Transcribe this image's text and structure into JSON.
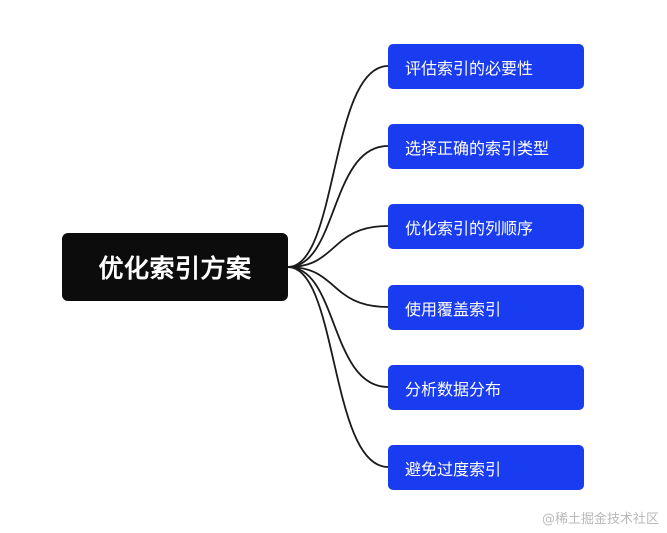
{
  "mindmap": {
    "root": "优化索引方案",
    "children": [
      "评估索引的必要性",
      "选择正确的索引类型",
      "优化索引的列顺序",
      "使用覆盖索引",
      "分析数据分布",
      "避免过度索引"
    ],
    "colors": {
      "root": "#0c0c0c",
      "child": "#1a3cf0",
      "link": "#1a1a1a"
    }
  },
  "watermark": "@稀土掘金技术社区"
}
